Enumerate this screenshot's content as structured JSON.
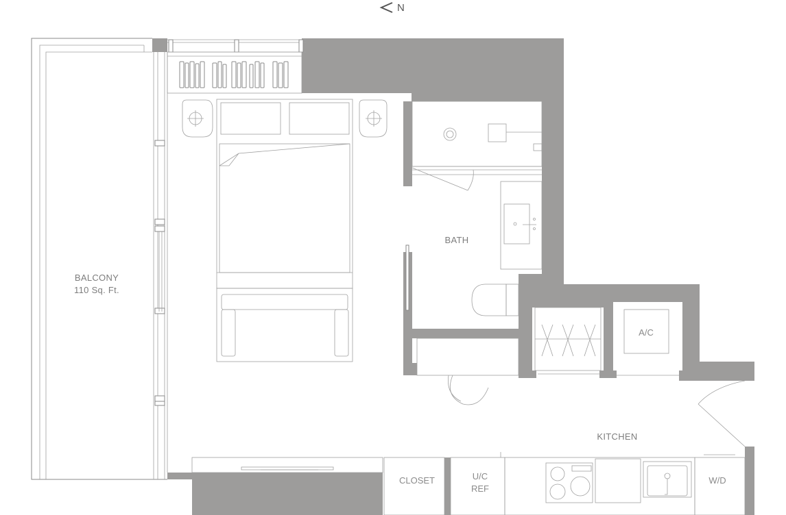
{
  "compass": {
    "label": "N"
  },
  "rooms": {
    "balcony": {
      "name": "BALCONY",
      "area": "110 Sq. Ft."
    },
    "bath": "BATH",
    "kitchen": "KITCHEN",
    "ac": "A/C",
    "closet": "CLOSET",
    "ref_line1": "U/C",
    "ref_line2": "REF",
    "wd": "W/D"
  },
  "colors": {
    "wall": "#9d9c9b",
    "line": "#8a8a8a",
    "background": "#ffffff"
  }
}
